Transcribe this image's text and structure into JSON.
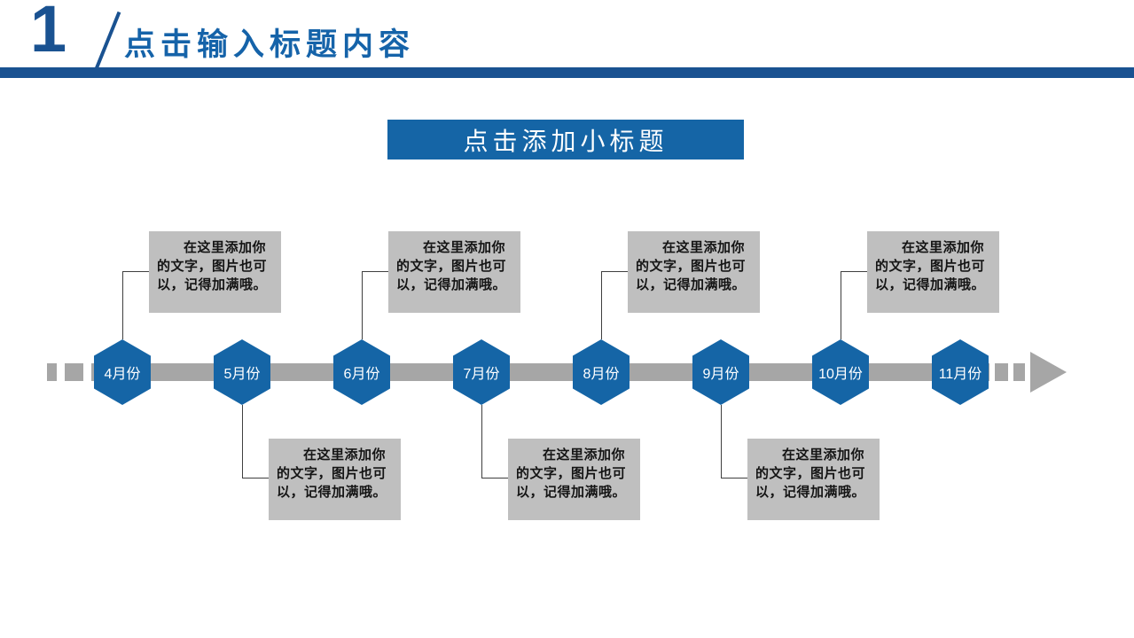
{
  "slide": {
    "section_number": "1",
    "title": "点击输入标题内容",
    "subtitle": "点击添加小标题"
  },
  "timeline": {
    "months": [
      {
        "label": "4月份",
        "note_position": "top",
        "note": "在这里添加你的文字，图片也可以，记得加满哦。"
      },
      {
        "label": "5月份",
        "note_position": "bottom",
        "note": "在这里添加你的文字，图片也可以，记得加满哦。"
      },
      {
        "label": "6月份",
        "note_position": "top",
        "note": "在这里添加你的文字，图片也可以，记得加满哦。"
      },
      {
        "label": "7月份",
        "note_position": "bottom",
        "note": "在这里添加你的文字，图片也可以，记得加满哦。"
      },
      {
        "label": "8月份",
        "note_position": "top",
        "note": "在这里添加你的文字，图片也可以，记得加满哦。"
      },
      {
        "label": "9月份",
        "note_position": "bottom",
        "note": "在这里添加你的文字，图片也可以，记得加满哦。"
      },
      {
        "label": "10月份",
        "note_position": "top",
        "note": "在这里添加你的文字，图片也可以，记得加满哦。"
      },
      {
        "label": "11月份",
        "note_position": "none",
        "note": null
      }
    ]
  },
  "colors": {
    "header_blue": "#1a5291",
    "title_blue": "#1563a9",
    "accent_blue": "#1565a6",
    "timeline_gray": "#a6a6a6",
    "note_gray": "#bfbfbf"
  }
}
